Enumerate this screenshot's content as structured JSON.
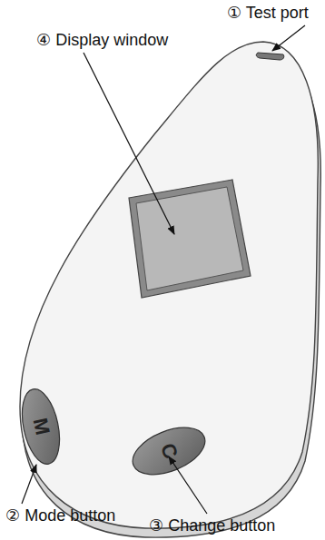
{
  "diagram": {
    "labels": [
      "① Test port",
      "④ Display window",
      "② Mode button",
      "③ Change button",
      "M",
      "C"
    ]
  }
}
